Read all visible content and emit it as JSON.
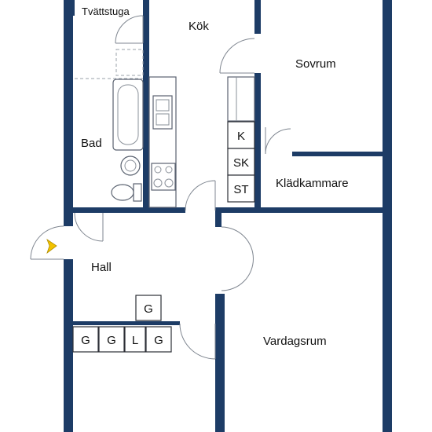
{
  "rooms": {
    "laundry": "Tvättstuga",
    "kitchen": "Kök",
    "bedroom": "Sovrum",
    "bathroom": "Bad",
    "walk_in_closet": "Klädkammare",
    "hall": "Hall",
    "living_room": "Vardagsrum"
  },
  "appliances": {
    "fridge": "K",
    "wardrobe": "SK",
    "store_cupboard": "ST"
  },
  "wardrobes": {
    "top": "G",
    "row": [
      "G",
      "G",
      "L",
      "G"
    ]
  },
  "colors": {
    "walls": "#1d3c66",
    "entrance_marker": "#f2c200"
  }
}
